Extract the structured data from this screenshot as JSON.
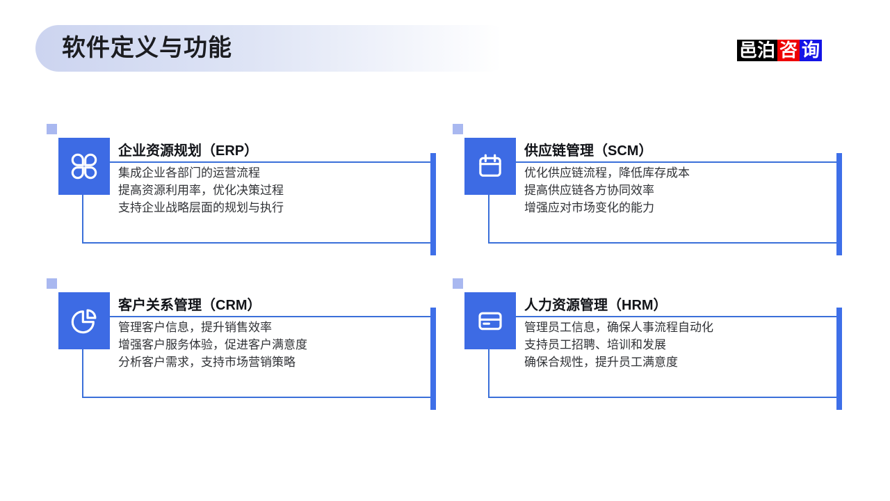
{
  "header": {
    "title": "软件定义与功能"
  },
  "logo": {
    "segments": [
      {
        "text": "邑泊",
        "bg": "#000000",
        "fg": "#ffffff"
      },
      {
        "text": "咨",
        "bg": "#ee0000",
        "fg": "#ffffff"
      },
      {
        "text": "询",
        "bg": "#1414e6",
        "fg": "#ffffff"
      }
    ]
  },
  "colors": {
    "accent": "#3d6be4",
    "bar": "#3e6fe8",
    "line": "#3a6fd9",
    "deco": "#a9b8f0",
    "pill_from": "#ccd4f0",
    "title_color": "#1b1c20"
  },
  "cards": [
    {
      "id": "erp",
      "icon": "apps-grid-icon",
      "title": "企业资源规划（ERP）",
      "lines": [
        "集成企业各部门的运营流程",
        "提高资源利用率，优化决策过程",
        "支持企业战略层面的规划与执行"
      ]
    },
    {
      "id": "scm",
      "icon": "calendar-icon",
      "title": "供应链管理（SCM）",
      "lines": [
        "优化供应链流程，降低库存成本",
        "提高供应链各方协同效率",
        "增强应对市场变化的能力"
      ]
    },
    {
      "id": "crm",
      "icon": "pie-chart-icon",
      "title": "客户关系管理（CRM）",
      "lines": [
        "管理客户信息，提升销售效率",
        "增强客户服务体验，促进客户满意度",
        "分析客户需求，支持市场营销策略"
      ]
    },
    {
      "id": "hrm",
      "icon": "credit-card-icon",
      "title": "人力资源管理（HRM）",
      "lines": [
        "管理员工信息，确保人事流程自动化",
        "支持员工招聘、培训和发展",
        "确保合规性，提升员工满意度"
      ]
    }
  ]
}
